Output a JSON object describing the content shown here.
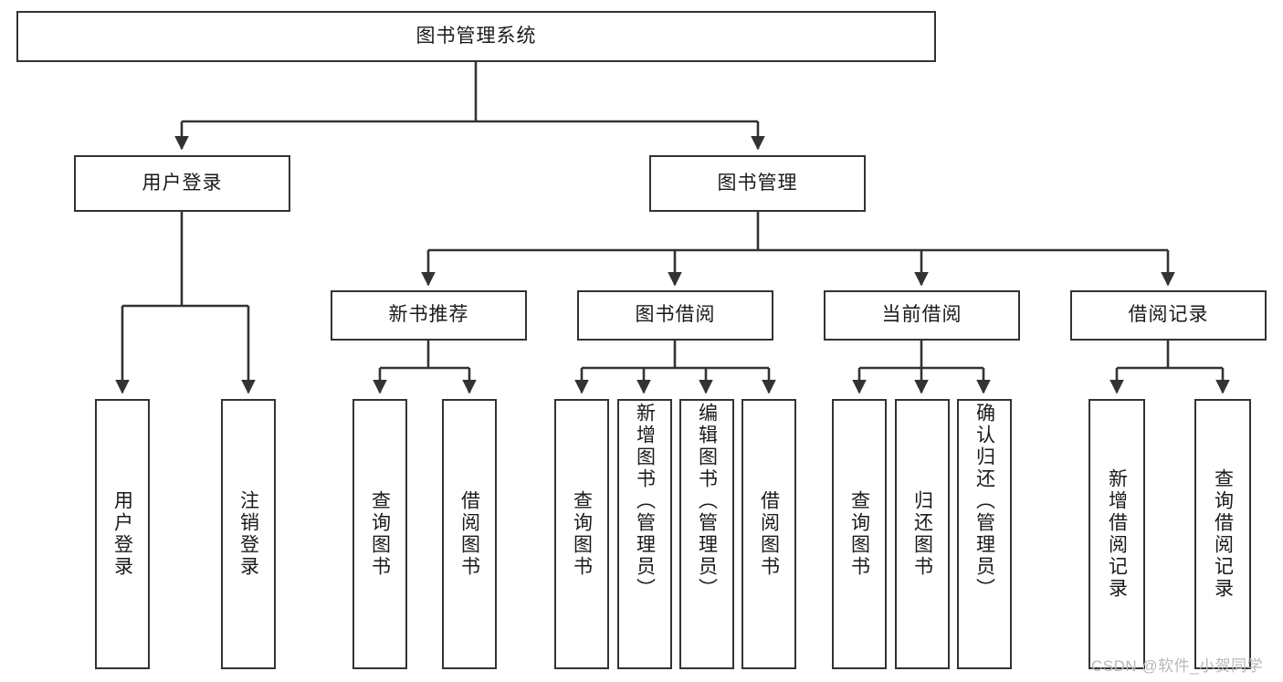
{
  "diagram": {
    "type": "tree-hierarchy",
    "title": "图书管理系统",
    "watermark": "CSDN @软件_小贺同学",
    "colors": {
      "stroke": "#333333",
      "box_fill": "#ffffff",
      "text": "#1a1a1a",
      "background": "#ffffff",
      "watermark": "#b9b9b9"
    },
    "nodes": {
      "root": {
        "label": "图书管理系统"
      },
      "level2": [
        {
          "id": "user-login",
          "label": "用户登录"
        },
        {
          "id": "book-manage",
          "label": "图书管理"
        }
      ],
      "level3": [
        {
          "id": "new-book-recommend",
          "label": "新书推荐"
        },
        {
          "id": "book-borrow",
          "label": "图书借阅"
        },
        {
          "id": "current-borrow",
          "label": "当前借阅"
        },
        {
          "id": "borrow-record",
          "label": "借阅记录"
        }
      ],
      "leaves": {
        "user_login": [
          {
            "id": "leaf-user-login",
            "label": "用户登录"
          },
          {
            "id": "leaf-logout-login",
            "label": "注销登录"
          }
        ],
        "new_book_recommend": [
          {
            "id": "leaf-query-book-1",
            "label": "查询图书"
          },
          {
            "id": "leaf-borrow-book-1",
            "label": "借阅图书"
          }
        ],
        "book_borrow": [
          {
            "id": "leaf-query-book-2",
            "label": "查询图书"
          },
          {
            "id": "leaf-add-book",
            "label": "新增图书（管理员）"
          },
          {
            "id": "leaf-edit-book",
            "label": "编辑图书（管理员）"
          },
          {
            "id": "leaf-borrow-book-2",
            "label": "借阅图书"
          }
        ],
        "current_borrow": [
          {
            "id": "leaf-query-book-3",
            "label": "查询图书"
          },
          {
            "id": "leaf-return-book",
            "label": "归还图书"
          },
          {
            "id": "leaf-confirm-return",
            "label": "确认归还（管理员）"
          }
        ],
        "borrow_record": [
          {
            "id": "leaf-add-record",
            "label": "新增借阅记录"
          },
          {
            "id": "leaf-query-record",
            "label": "查询借阅记录"
          }
        ]
      }
    }
  }
}
